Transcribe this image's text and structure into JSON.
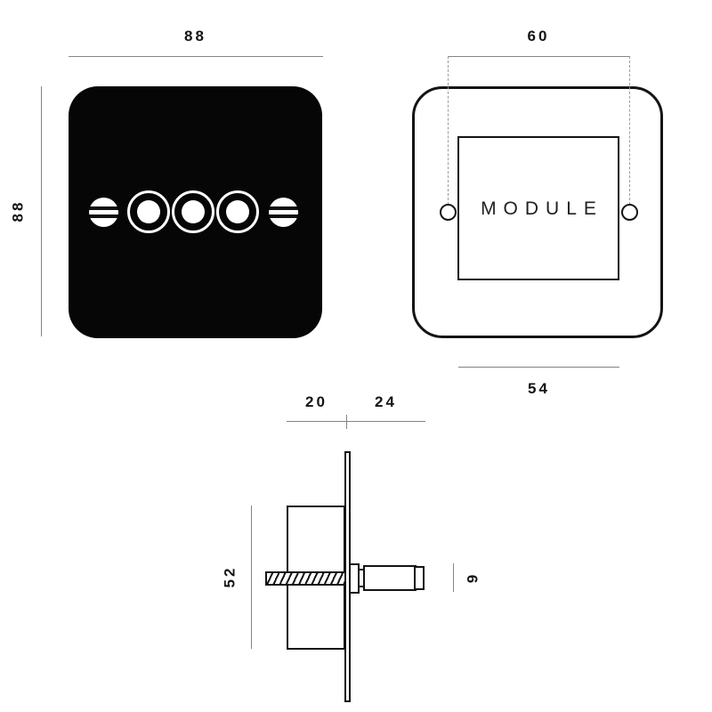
{
  "front_view": {
    "width_dim": "88",
    "height_dim": "88"
  },
  "module_view": {
    "module_label": "MODULE",
    "screw_centres_dim": "60",
    "opening_dim": "54"
  },
  "side_view": {
    "recess_depth_dim": "20",
    "projection_dim": "24",
    "module_height_dim": "52",
    "toggle_dia_dim": "9"
  },
  "colors": {
    "plate_fill": "#060606",
    "outline": "#141414",
    "dim_line": "#858585",
    "background": "#ffffff"
  }
}
